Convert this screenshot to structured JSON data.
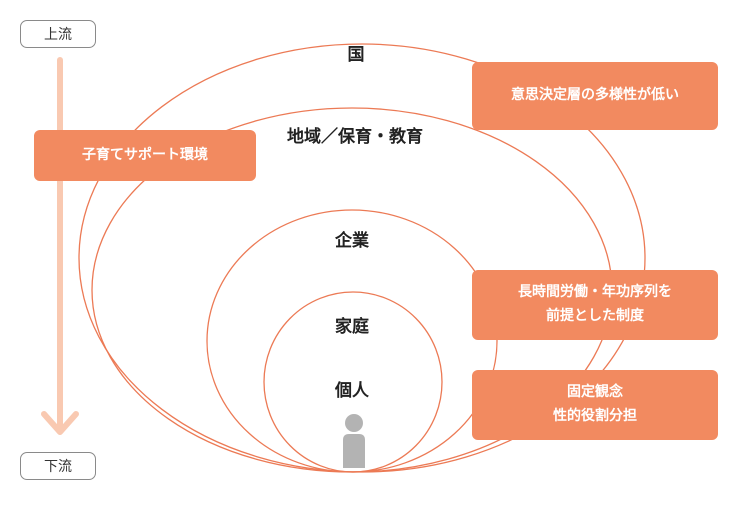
{
  "stream": {
    "upstream": "上流",
    "downstream": "下流"
  },
  "layers": {
    "country": "国",
    "region": "地域／保育・教育",
    "company": "企業",
    "family": "家庭",
    "individual": "個人"
  },
  "factors": {
    "childcare": [
      "子育てサポート環境"
    ],
    "diversity": [
      "意思決定層の多様性が低い"
    ],
    "long_hours": [
      "長時間労働・年功序列を",
      "前提とした制度"
    ],
    "fixed_ideas": [
      "固定観念",
      "性的役割分担"
    ]
  },
  "colors": {
    "accent": "#f28a60",
    "circle_stroke": "#ec7a55",
    "arrow": "#f9c9b1",
    "person": "#b3b3b3"
  }
}
